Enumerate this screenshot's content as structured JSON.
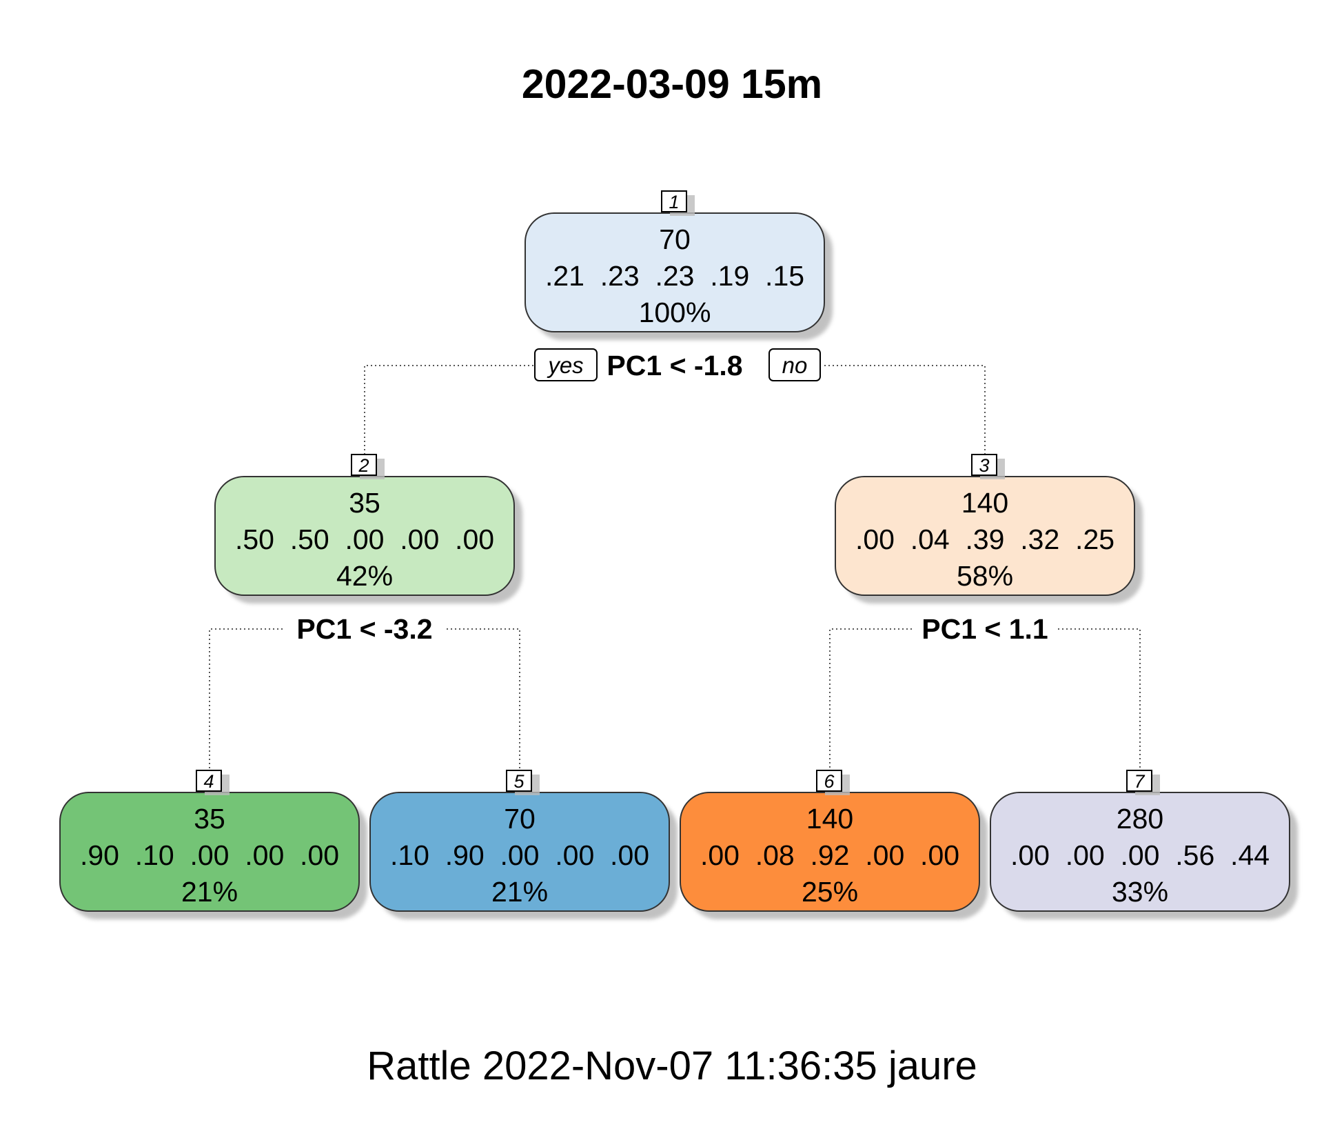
{
  "title": "2022-03-09 15m",
  "footer": "Rattle 2022-Nov-07 11:36:35 jaure",
  "branch_labels": {
    "yes": "yes",
    "no": "no"
  },
  "nodes": [
    {
      "id": "1",
      "n": "70",
      "probs": [
        ".21",
        ".23",
        ".23",
        ".19",
        ".15"
      ],
      "pct": "100%",
      "color": "#deeaf6"
    },
    {
      "id": "2",
      "n": "35",
      "probs": [
        ".50",
        ".50",
        ".00",
        ".00",
        ".00"
      ],
      "pct": "42%",
      "color": "#c7e9c0"
    },
    {
      "id": "3",
      "n": "140",
      "probs": [
        ".00",
        ".04",
        ".39",
        ".32",
        ".25"
      ],
      "pct": "58%",
      "color": "#fde5cf"
    },
    {
      "id": "4",
      "n": "35",
      "probs": [
        ".90",
        ".10",
        ".00",
        ".00",
        ".00"
      ],
      "pct": "21%",
      "color": "#74c476"
    },
    {
      "id": "5",
      "n": "70",
      "probs": [
        ".10",
        ".90",
        ".00",
        ".00",
        ".00"
      ],
      "pct": "21%",
      "color": "#6baed6"
    },
    {
      "id": "6",
      "n": "140",
      "probs": [
        ".00",
        ".08",
        ".92",
        ".00",
        ".00"
      ],
      "pct": "25%",
      "color": "#fd8d3c"
    },
    {
      "id": "7",
      "n": "280",
      "probs": [
        ".00",
        ".00",
        ".00",
        ".56",
        ".44"
      ],
      "pct": "33%",
      "color": "#dadaeb"
    }
  ],
  "splits": [
    {
      "node": "1",
      "label": "PC1 < -1.8",
      "left": "2",
      "right": "3"
    },
    {
      "node": "2",
      "label": "PC1 < -3.2",
      "left": "4",
      "right": "5"
    },
    {
      "node": "3",
      "label": "PC1 < 1.1",
      "left": "6",
      "right": "7"
    }
  ]
}
